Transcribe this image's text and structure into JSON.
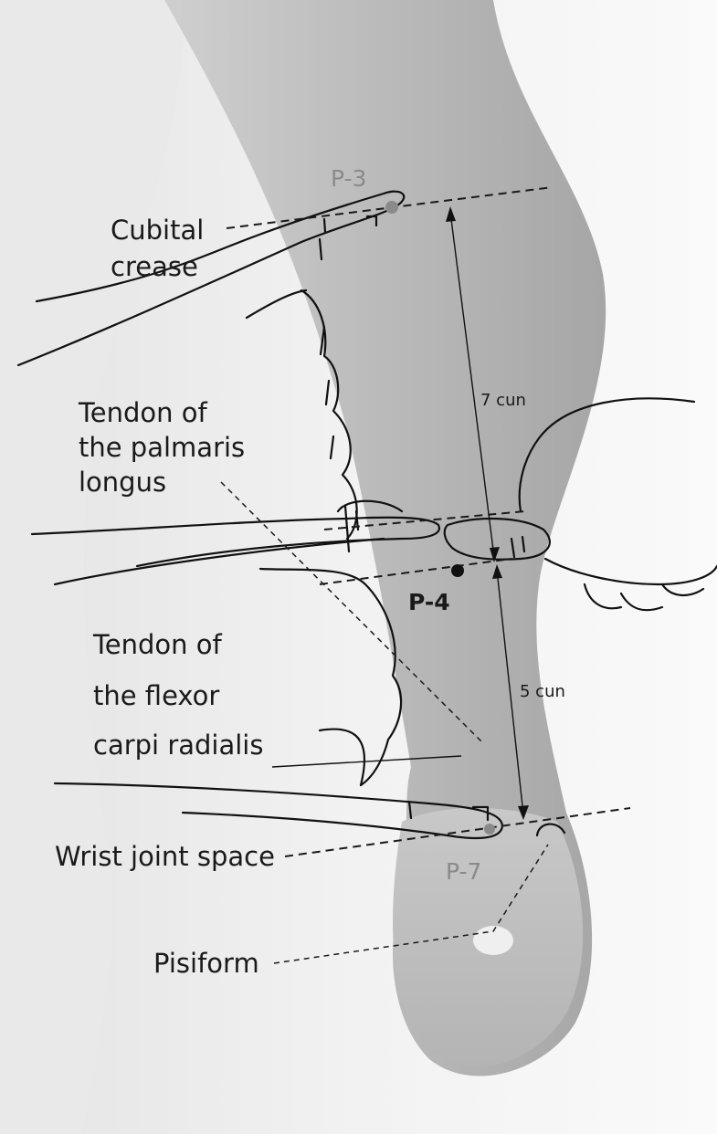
{
  "labels": {
    "cubital_crease_line1": "Cubital",
    "cubital_crease_line2": "crease",
    "palmaris_line1": "Tendon of",
    "palmaris_line2": "the palmaris",
    "palmaris_line3": "longus",
    "flexor_line1": "Tendon of",
    "flexor_line2": "the flexor",
    "flexor_line3": "carpi radialis",
    "wrist_joint_space": "Wrist joint space",
    "pisiform": "Pisiform"
  },
  "points": {
    "p3": "P-3",
    "p4": "P-4",
    "p7": "P-7"
  },
  "measurements": {
    "upper": "7 cun",
    "lower": "5 cun"
  },
  "colors": {
    "point_p3_p7": "#8a8a8a",
    "point_p4": "#111111"
  }
}
